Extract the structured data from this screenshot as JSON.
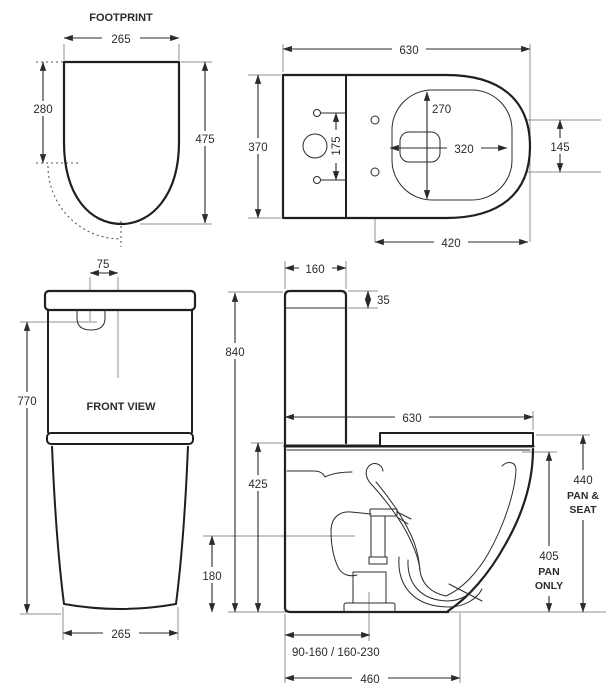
{
  "colors": {
    "line": "#2b2b2b",
    "outline": "#1f1f1f",
    "extension": "#8f8f8f",
    "hatch": "#a6a6a6",
    "background": "#ffffff"
  },
  "diagram": {
    "footprint": {
      "title": "FOOTPRINT",
      "width": "265",
      "upper_depth": "280",
      "total_depth": "475"
    },
    "plan": {
      "overall_width": "630",
      "overall_depth": "370",
      "button_spacing": "175",
      "bowl_opening_depth": "270",
      "bowl_opening_width": "320",
      "hinge_spacing": "145",
      "pan_projection": "420"
    },
    "front": {
      "title": "FRONT VIEW",
      "button_offset": "75",
      "cistern_height": "770",
      "base_width": "265"
    },
    "side": {
      "cistern_depth": "160",
      "lid_height": "35",
      "overall_height": "840",
      "pan_length": "630",
      "shelf_height": "425",
      "trap_height": "180",
      "seat_height": "440",
      "seat_height_label_1": "PAN &",
      "seat_height_label_2": "SEAT",
      "pan_height": "405",
      "pan_height_label_1": "PAN",
      "pan_height_label_2": "ONLY",
      "setout_range": "90-160 / 160-230",
      "base_depth": "460"
    }
  }
}
